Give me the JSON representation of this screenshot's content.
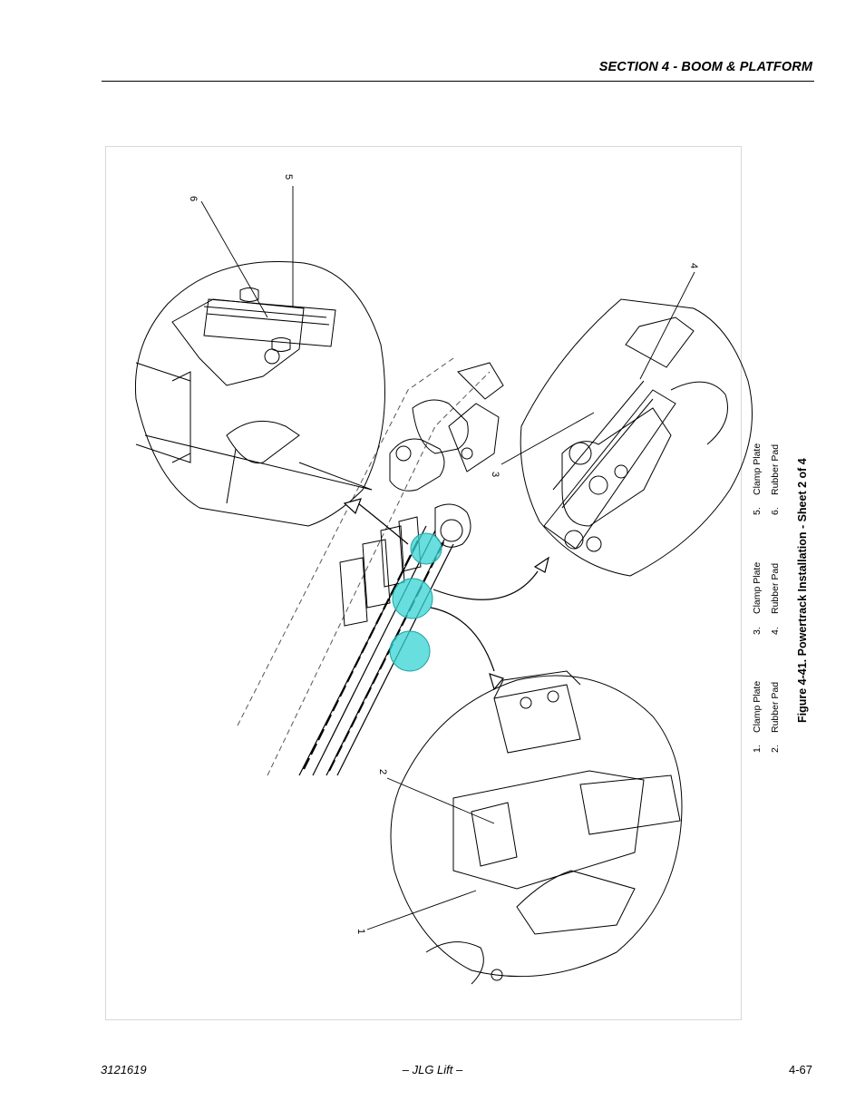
{
  "header": {
    "section_title": "SECTION 4 - BOOM & PLATFORM"
  },
  "figure": {
    "caption": "Figure 4-41.  Powertrack Installation - Sheet 2 of 4",
    "callouts": [
      "1",
      "2",
      "3",
      "4",
      "5",
      "6"
    ],
    "legend": [
      {
        "num": "1.",
        "label": "Clamp Plate"
      },
      {
        "num": "2.",
        "label": "Rubber Pad"
      },
      {
        "num": "3.",
        "label": "Clamp Plate"
      },
      {
        "num": "4.",
        "label": "Rubber Pad"
      },
      {
        "num": "5.",
        "label": "Clamp Plate"
      },
      {
        "num": "6.",
        "label": "Rubber Pad"
      }
    ],
    "highlight_color": "#35d3d3"
  },
  "footer": {
    "doc_number": "3121619",
    "publisher": "– JLG Lift –",
    "page_number": "4-67"
  }
}
